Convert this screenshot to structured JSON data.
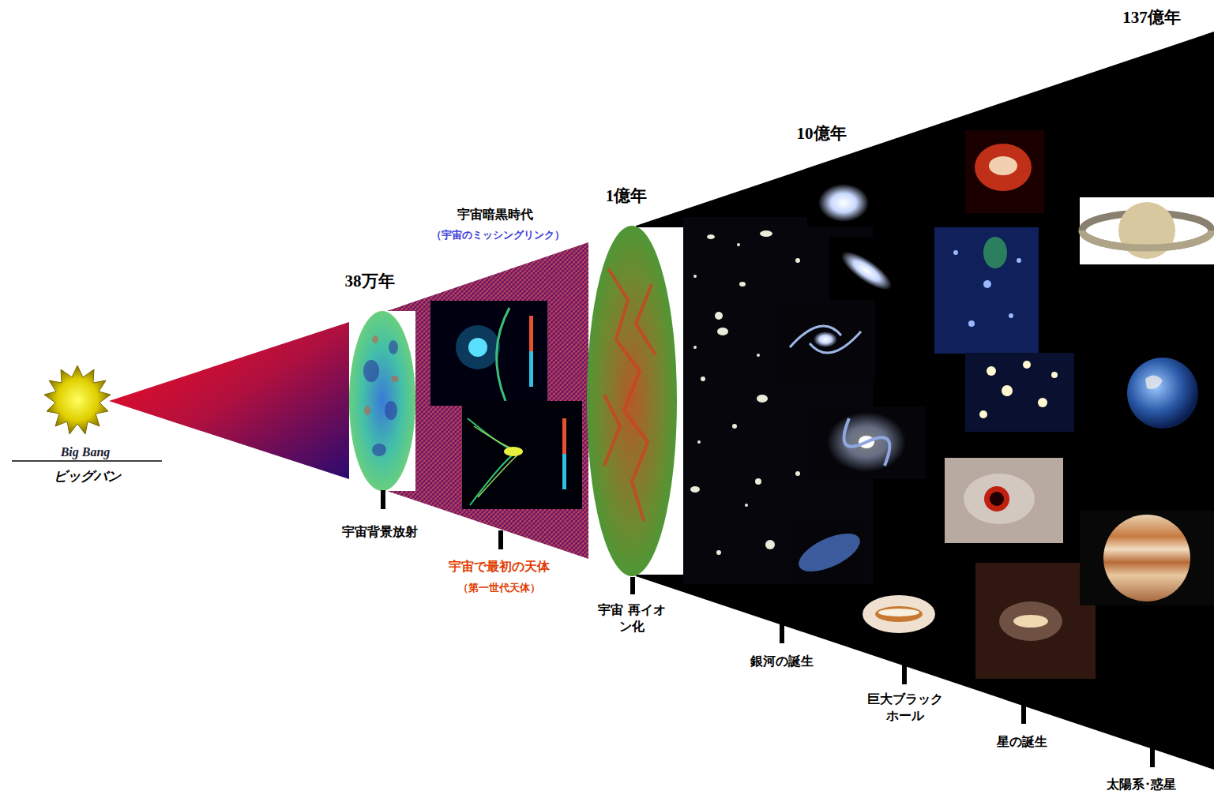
{
  "diagram": {
    "labels": [
      "137億年",
      "10億年",
      "1億年",
      "38万年",
      "宇宙暗黒時代",
      "（宇宙のミッシングリンク）",
      "宇宙背景放射",
      "宇宙で最初の天体",
      "（第一世代天体）",
      "宇宙 再イオン化",
      "銀河の誕生",
      "巨大ブラック ホール",
      "星の誕生",
      "太陽系･惑星",
      "Big Bang",
      "ビッグバン"
    ]
  }
}
